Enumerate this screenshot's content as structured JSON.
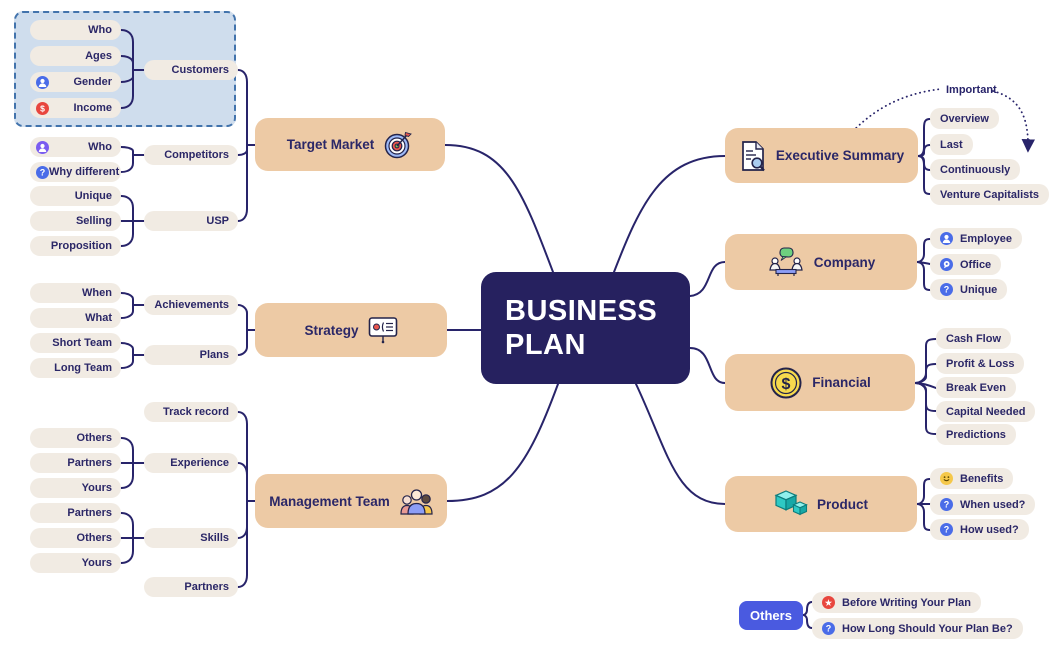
{
  "center": {
    "label": "BUSINESS PLAN"
  },
  "left": {
    "target_market": {
      "label": "Target Market",
      "icon": "target",
      "children": {
        "customers": {
          "label": "Customers",
          "children": [
            {
              "label": "Who"
            },
            {
              "label": "Ages"
            },
            {
              "label": "Gender",
              "icon": "person-blue"
            },
            {
              "label": "Income",
              "icon": "dollar-red"
            }
          ]
        },
        "competitors": {
          "label": "Competitors",
          "children": [
            {
              "label": "Who",
              "icon": "person-purple"
            },
            {
              "label": "Why different",
              "icon": "question"
            }
          ]
        },
        "usp": {
          "label": "USP",
          "children": [
            {
              "label": "Unique"
            },
            {
              "label": "Selling"
            },
            {
              "label": "Proposition"
            }
          ]
        }
      }
    },
    "strategy": {
      "label": "Strategy",
      "icon": "presentation",
      "children": {
        "achievements": {
          "label": "Achievements",
          "children": [
            {
              "label": "When"
            },
            {
              "label": "What"
            }
          ]
        },
        "plans": {
          "label": "Plans",
          "children": [
            {
              "label": "Short Team"
            },
            {
              "label": "Long Team"
            }
          ]
        }
      }
    },
    "management_team": {
      "label": "Management Team",
      "icon": "team",
      "children": {
        "track_record": {
          "label": "Track record"
        },
        "experience": {
          "label": "Experience",
          "children": [
            {
              "label": "Others"
            },
            {
              "label": "Partners"
            },
            {
              "label": "Yours"
            }
          ]
        },
        "skills": {
          "label": "Skills",
          "children": [
            {
              "label": "Partners"
            },
            {
              "label": "Others"
            },
            {
              "label": "Yours"
            }
          ]
        },
        "partners": {
          "label": "Partners"
        }
      }
    }
  },
  "right": {
    "executive_summary": {
      "label": "Executive Summary",
      "icon": "document-search",
      "annotation": "Important",
      "children": [
        {
          "label": "Overview"
        },
        {
          "label": "Last"
        },
        {
          "label": "Continuously"
        },
        {
          "label": "Venture Capitalists"
        }
      ]
    },
    "company": {
      "label": "Company",
      "icon": "meeting",
      "children": [
        {
          "label": "Employee",
          "icon": "person-blue"
        },
        {
          "label": "Office",
          "icon": "office"
        },
        {
          "label": "Unique",
          "icon": "question"
        }
      ]
    },
    "financial": {
      "label": "Financial",
      "icon": "dollar-coin",
      "children": [
        {
          "label": "Cash Flow"
        },
        {
          "label": "Profit & Loss"
        },
        {
          "label": "Break Even"
        },
        {
          "label": "Capital Needed"
        },
        {
          "label": "Predictions"
        }
      ]
    },
    "product": {
      "label": "Product",
      "icon": "cubes",
      "children": [
        {
          "label": "Benefits",
          "icon": "smiley"
        },
        {
          "label": "When used?",
          "icon": "question"
        },
        {
          "label": "How used?",
          "icon": "question"
        }
      ]
    },
    "others": {
      "label": "Others",
      "children": [
        {
          "label": "Before Writing Your Plan",
          "icon": "star-red"
        },
        {
          "label": "How Long Should Your Plan Be?",
          "icon": "question"
        }
      ]
    }
  },
  "colors": {
    "node_bg": "#f1ebe3",
    "topic_bg": "#edcaa5",
    "center_bg": "#26215f",
    "text": "#2b2767",
    "line": "#28246a",
    "others_bg": "#4a5ae0",
    "selection_fill": "#cfdded",
    "selection_border": "#4273ac",
    "badge_blue": "#4a6ce8",
    "badge_purple": "#7a5cf0",
    "badge_red": "#e8463e",
    "badge_yellow": "#f5c84a"
  }
}
